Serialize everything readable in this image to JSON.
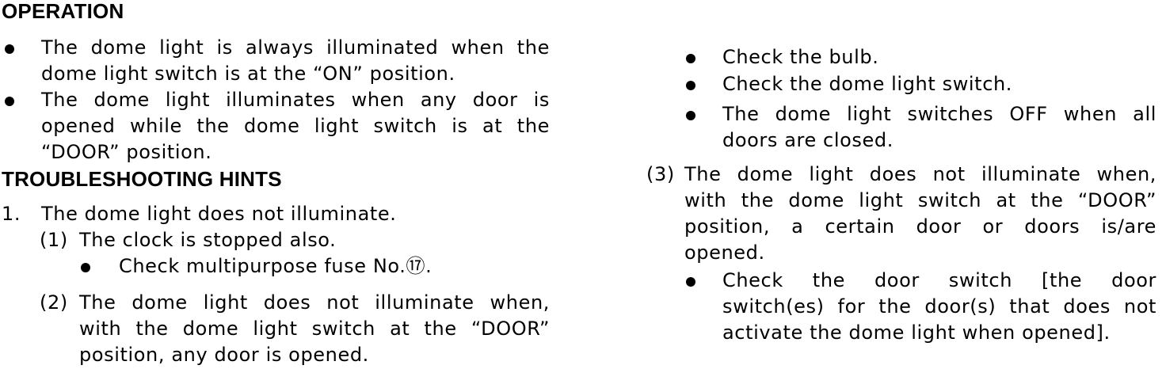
{
  "left_column": {
    "operation_heading": "OPERATION",
    "operation_bullets": [
      {
        "lines": [
          "The dome light is always illuminated when the",
          "dome light switch is at the “ON” position."
        ]
      },
      {
        "lines": [
          "The dome light illuminates when any door is",
          "opened while the dome light switch is at the",
          "“DOOR” position."
        ]
      }
    ],
    "troubleshooting_heading": "TROUBLESHOOTING HINTS",
    "hint_1": {
      "number": "1.",
      "text": "The dome light does not illuminate."
    },
    "sub_1": {
      "number": "(1)",
      "text": "The clock is stopped also.",
      "bullet": "Check multipurpose fuse No.⑰."
    },
    "sub_2": {
      "number": "(2)",
      "lines": [
        "The dome light does not illuminate when,",
        "with the dome light switch at the “DOOR”",
        "position, any door is opened."
      ]
    }
  },
  "right_column": {
    "bullets": [
      {
        "lines": [
          "Check the bulb."
        ]
      },
      {
        "lines": [
          "Check the dome light switch."
        ]
      },
      {
        "lines": [
          "The dome light switches OFF when all",
          "doors are closed."
        ]
      }
    ],
    "sub_3": {
      "number": "(3)",
      "lines": [
        "The dome light does not illuminate when,",
        "with the dome light switch at the “DOOR”",
        "position, a certain door or doors is/are",
        "opened."
      ],
      "bullet_lines": [
        "Check the door switch [the door",
        "switch(es) for the door(s) that does not",
        "activate the dome light when opened]."
      ]
    }
  }
}
